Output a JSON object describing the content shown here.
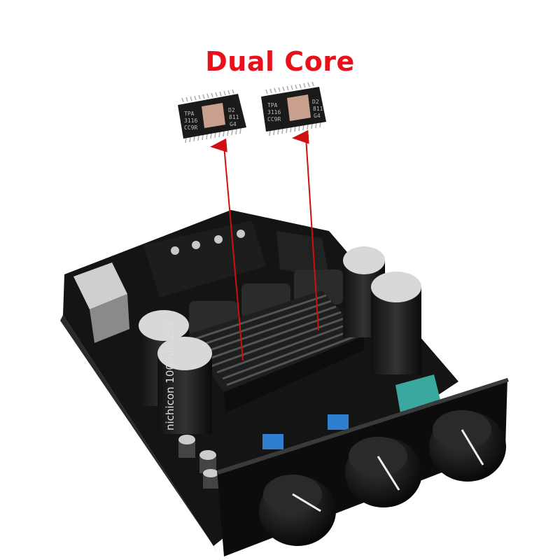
{
  "headline": "Dual Core",
  "chips": [
    {
      "line1": "TPA",
      "line2": "3116",
      "line3": "CC9R",
      "right1": "D2",
      "right2": "811",
      "right3": "G4"
    },
    {
      "line1": "TPA",
      "line2": "3116",
      "line3": "CC9R",
      "right1": "D2",
      "right2": "811",
      "right3": "G4"
    }
  ],
  "capacitor_label": "nichicon 1000uF 25V",
  "colors": {
    "headline": "#e8101a",
    "arrow": "#d01010",
    "pcb": "#141414"
  }
}
